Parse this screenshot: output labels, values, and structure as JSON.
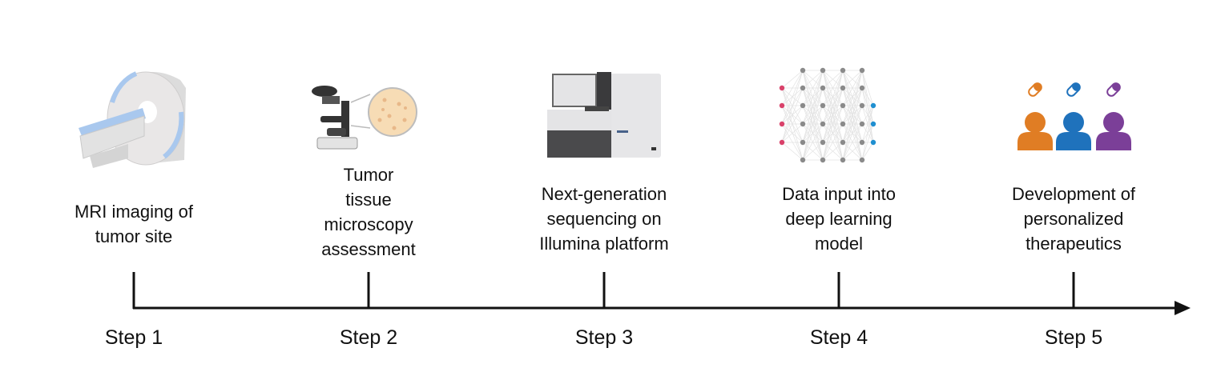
{
  "steps": [
    {
      "step": "Step 1",
      "lines": [
        "MRI imaging of",
        "tumor site"
      ],
      "icon": "mri-scanner-icon"
    },
    {
      "step": "Step 2",
      "lines": [
        "Tumor",
        "tissue",
        "microscopy",
        "assessment"
      ],
      "icon": "microscope-icon"
    },
    {
      "step": "Step 3",
      "lines": [
        "Next-generation",
        "sequencing on",
        "Illumina platform"
      ],
      "icon": "sequencer-icon"
    },
    {
      "step": "Step 4",
      "lines": [
        "Data input into",
        "deep learning",
        "model"
      ],
      "icon": "neural-network-icon"
    },
    {
      "step": "Step 5",
      "lines": [
        "Development of",
        "personalized",
        "therapeutics"
      ],
      "icon": "patients-pills-icon"
    }
  ],
  "colors": {
    "orange": "#e07d24",
    "blue": "#1f72bc",
    "purple": "#7b3f98",
    "red": "#d9416a",
    "netBlue": "#1f8fd0",
    "axis": "#111111"
  }
}
